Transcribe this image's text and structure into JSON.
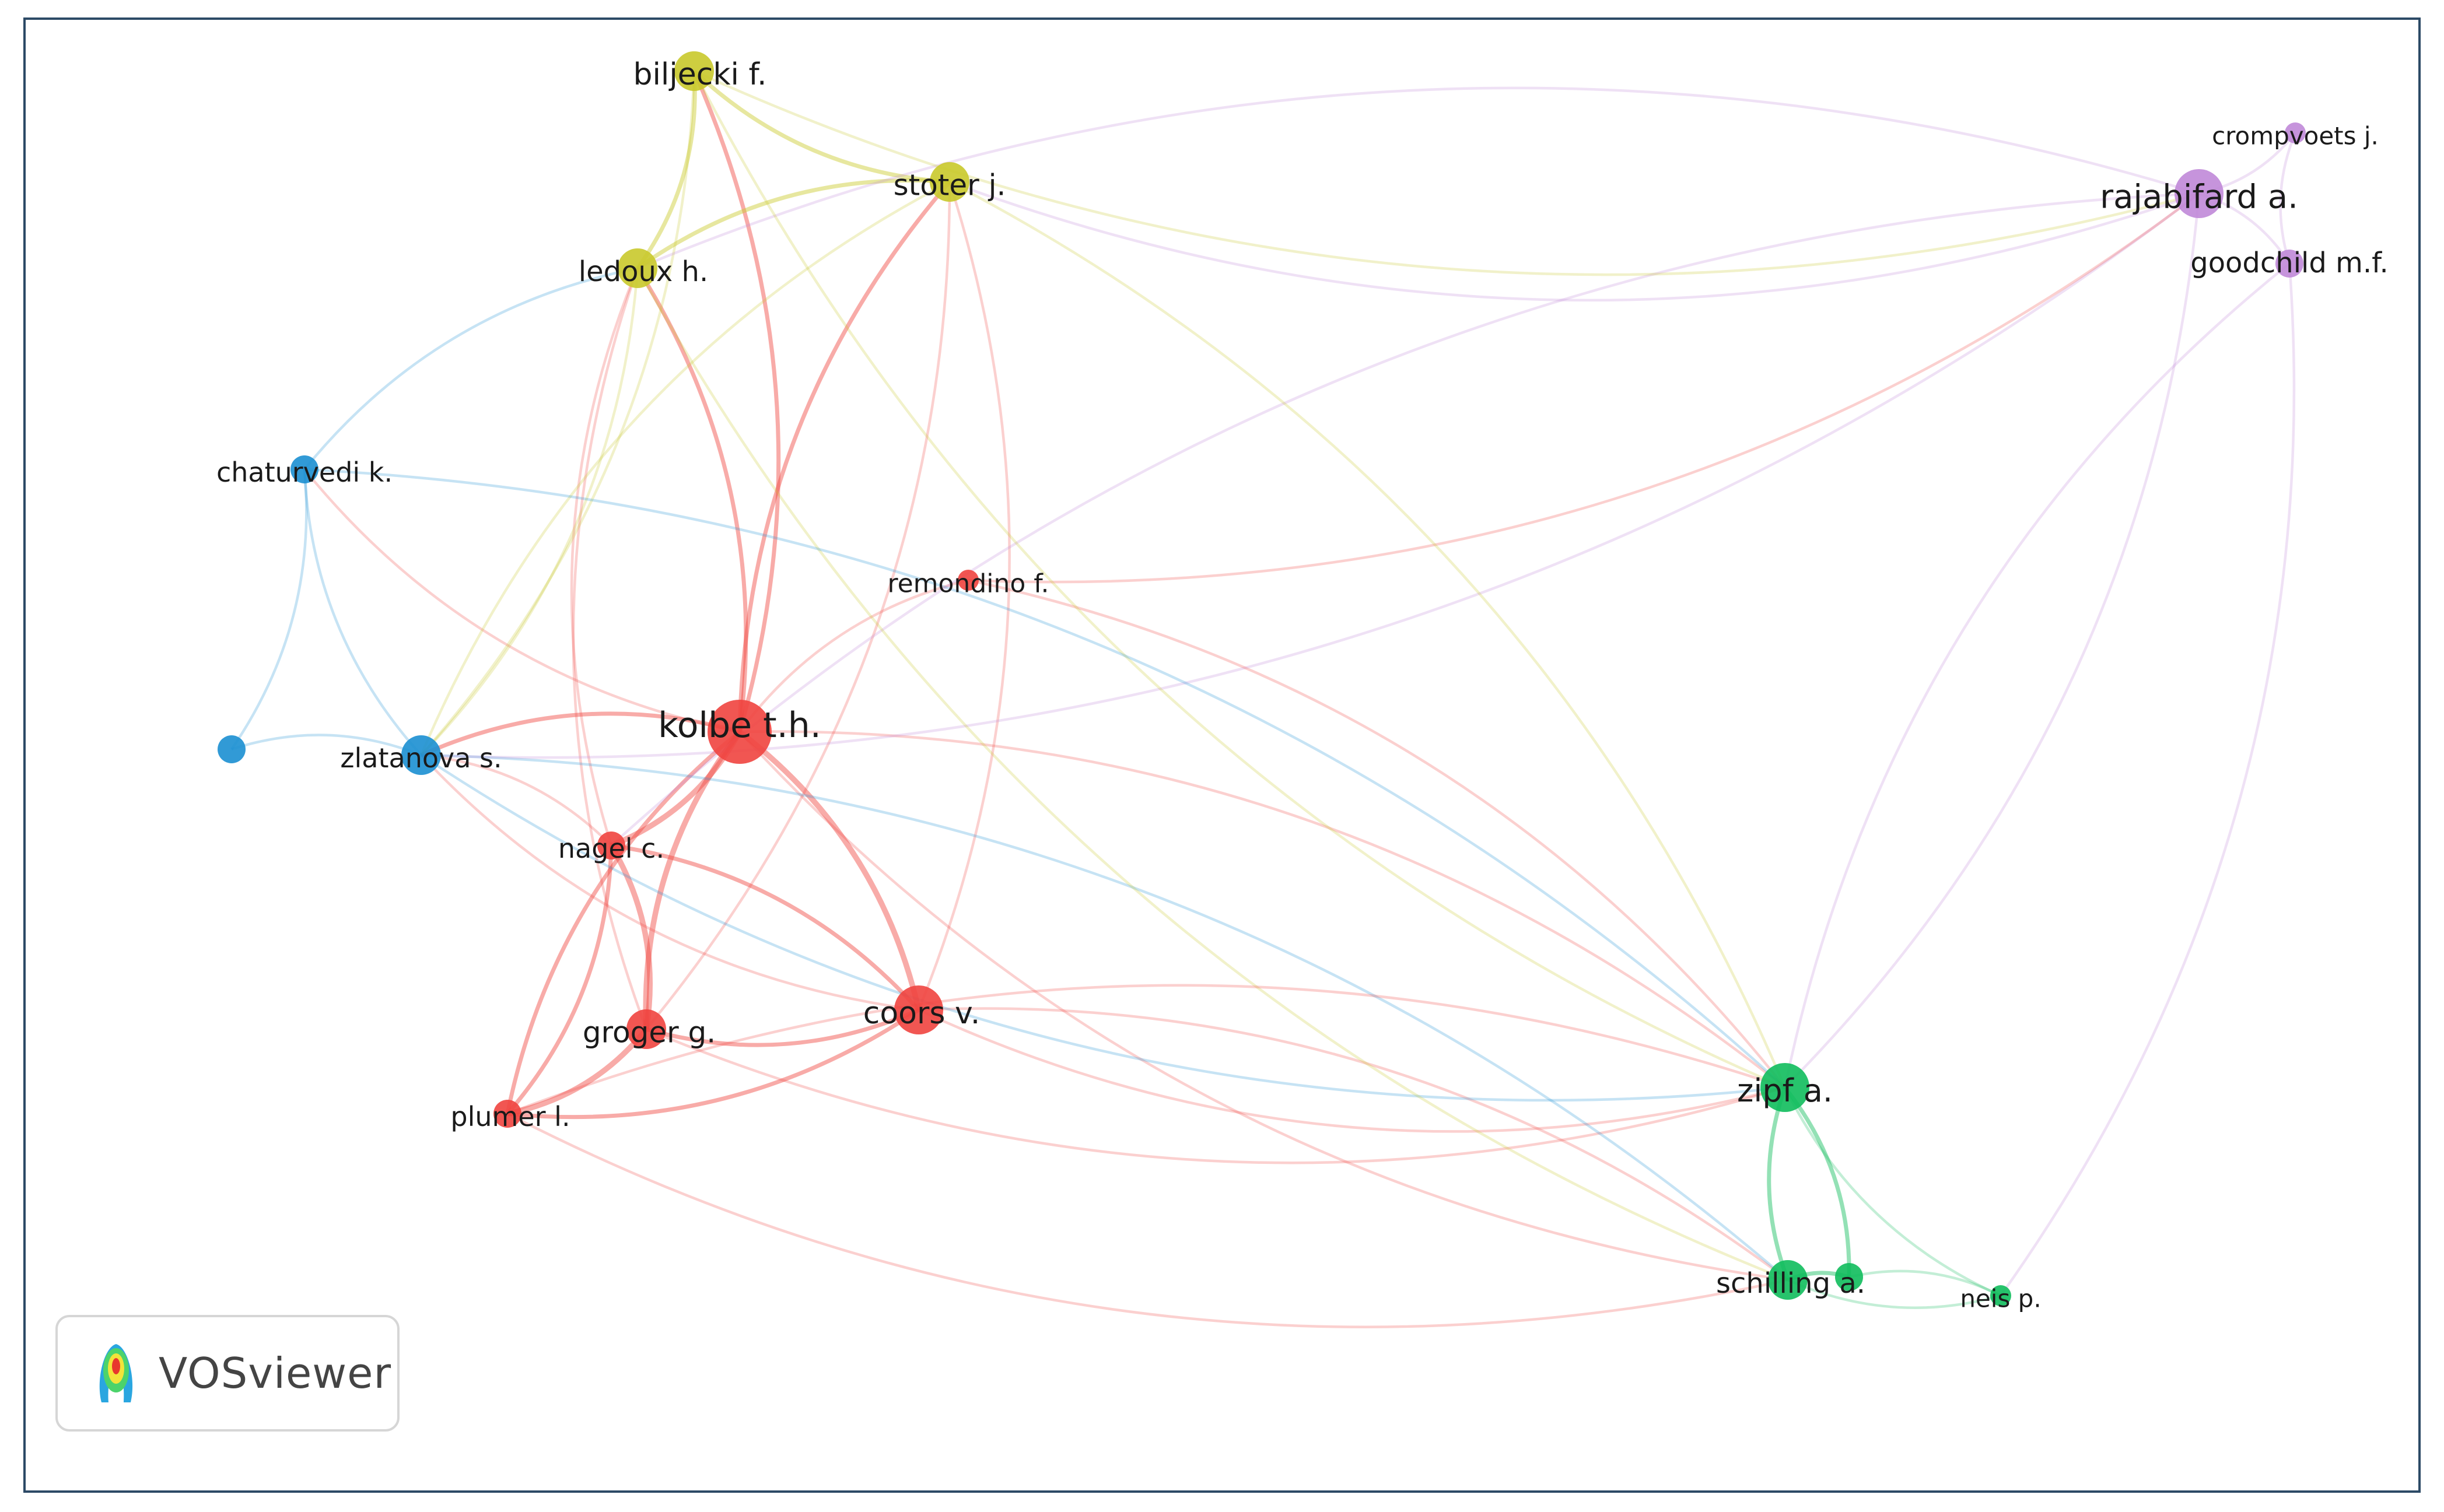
{
  "app": {
    "name": "VOSviewer"
  },
  "colors": {
    "red": "#f0443f",
    "green": "#0fbd5c",
    "blue": "#1b8fd2",
    "yellow": "#c9c92b",
    "purple": "#c088d8",
    "frame": "#2c4a66"
  },
  "nodes": [
    {
      "id": "kolbe",
      "label": "kolbe t.h.",
      "cluster": "red",
      "size": "xl"
    },
    {
      "id": "coors",
      "label": "coors v.",
      "cluster": "red",
      "size": "l"
    },
    {
      "id": "groger",
      "label": "groger g.",
      "cluster": "red",
      "size": "m"
    },
    {
      "id": "nagel",
      "label": "nagel c.",
      "cluster": "red",
      "size": "s"
    },
    {
      "id": "plumer",
      "label": "plumer l.",
      "cluster": "red",
      "size": "s"
    },
    {
      "id": "remondino",
      "label": "remondino f.",
      "cluster": "red",
      "size": "xs"
    },
    {
      "id": "biljecki",
      "label": "biljecki f.",
      "cluster": "yellow",
      "size": "m"
    },
    {
      "id": "stoter",
      "label": "stoter j.",
      "cluster": "yellow",
      "size": "m"
    },
    {
      "id": "ledoux",
      "label": "ledoux h.",
      "cluster": "yellow",
      "size": "m"
    },
    {
      "id": "chaturvedi",
      "label": "chaturvedi k.",
      "cluster": "blue",
      "size": "s"
    },
    {
      "id": "zlatanova",
      "label": "zlatanova s.",
      "cluster": "blue",
      "size": "m"
    },
    {
      "id": "blue_unlabeled",
      "label": "",
      "cluster": "blue",
      "size": "s"
    },
    {
      "id": "rajabifard",
      "label": "rajabifard a.",
      "cluster": "purple",
      "size": "l"
    },
    {
      "id": "crompvoets",
      "label": "crompvoets j.",
      "cluster": "purple",
      "size": "xs"
    },
    {
      "id": "goodchild",
      "label": "goodchild m.f.",
      "cluster": "purple",
      "size": "s"
    },
    {
      "id": "zipf",
      "label": "zipf a.",
      "cluster": "green",
      "size": "l"
    },
    {
      "id": "schilling",
      "label": "schilling a.",
      "cluster": "green",
      "size": "m"
    },
    {
      "id": "green_unlabeled",
      "label": "",
      "cluster": "green",
      "size": "s"
    },
    {
      "id": "neis",
      "label": "neis p.",
      "cluster": "green",
      "size": "xs"
    }
  ],
  "links": [
    [
      "kolbe",
      "coors",
      3
    ],
    [
      "kolbe",
      "groger",
      3
    ],
    [
      "kolbe",
      "nagel",
      3
    ],
    [
      "kolbe",
      "plumer",
      2
    ],
    [
      "kolbe",
      "remondino",
      1
    ],
    [
      "kolbe",
      "biljecki",
      2
    ],
    [
      "kolbe",
      "stoter",
      2
    ],
    [
      "kolbe",
      "ledoux",
      2
    ],
    [
      "kolbe",
      "chaturvedi",
      1
    ],
    [
      "kolbe",
      "zlatanova",
      2
    ],
    [
      "kolbe",
      "zipf",
      1
    ],
    [
      "kolbe",
      "schilling",
      1
    ],
    [
      "coors",
      "groger",
      2
    ],
    [
      "coors",
      "nagel",
      2
    ],
    [
      "coors",
      "plumer",
      2
    ],
    [
      "coors",
      "zipf",
      1
    ],
    [
      "coors",
      "schilling",
      1
    ],
    [
      "coors",
      "stoter",
      1
    ],
    [
      "coors",
      "zlatanova",
      1
    ],
    [
      "groger",
      "nagel",
      3
    ],
    [
      "groger",
      "plumer",
      3
    ],
    [
      "groger",
      "zipf",
      1
    ],
    [
      "groger",
      "ledoux",
      1
    ],
    [
      "groger",
      "stoter",
      1
    ],
    [
      "nagel",
      "plumer",
      2
    ],
    [
      "nagel",
      "zlatanova",
      1
    ],
    [
      "nagel",
      "ledoux",
      1
    ],
    [
      "biljecki",
      "stoter",
      2
    ],
    [
      "biljecki",
      "ledoux",
      2
    ],
    [
      "stoter",
      "ledoux",
      2
    ],
    [
      "biljecki",
      "zlatanova",
      1
    ],
    [
      "stoter",
      "zlatanova",
      1
    ],
    [
      "ledoux",
      "zlatanova",
      1
    ],
    [
      "chaturvedi",
      "zlatanova",
      1
    ],
    [
      "chaturvedi",
      "blue_unlabeled",
      1
    ],
    [
      "zlatanova",
      "blue_unlabeled",
      1
    ],
    [
      "chaturvedi",
      "ledoux",
      1
    ],
    [
      "zlatanova",
      "zipf",
      1
    ],
    [
      "zlatanova",
      "schilling",
      1
    ],
    [
      "rajabifard",
      "crompvoets",
      1
    ],
    [
      "rajabifard",
      "goodchild",
      1
    ],
    [
      "crompvoets",
      "goodchild",
      1
    ],
    [
      "rajabifard",
      "stoter",
      1
    ],
    [
      "rajabifard",
      "ledoux",
      1
    ],
    [
      "rajabifard",
      "zipf",
      1
    ],
    [
      "rajabifard",
      "nagel",
      1
    ],
    [
      "rajabifard",
      "zlatanova",
      1
    ],
    [
      "goodchild",
      "zipf",
      1
    ],
    [
      "goodchild",
      "neis",
      1
    ],
    [
      "zipf",
      "schilling",
      2
    ],
    [
      "zipf",
      "green_unlabeled",
      2
    ],
    [
      "zipf",
      "neis",
      1
    ],
    [
      "schilling",
      "green_unlabeled",
      2
    ],
    [
      "schilling",
      "neis",
      1
    ],
    [
      "green_unlabeled",
      "neis",
      1
    ],
    [
      "remondino",
      "rajabifard",
      1
    ],
    [
      "remondino",
      "zipf",
      1
    ],
    [
      "biljecki",
      "zipf",
      1
    ],
    [
      "stoter",
      "zipf",
      1
    ],
    [
      "ledoux",
      "schilling",
      1
    ],
    [
      "plumer",
      "zipf",
      1
    ],
    [
      "plumer",
      "schilling",
      1
    ],
    [
      "chaturvedi",
      "zipf",
      1
    ],
    [
      "biljecki",
      "rajabifard",
      1
    ]
  ]
}
